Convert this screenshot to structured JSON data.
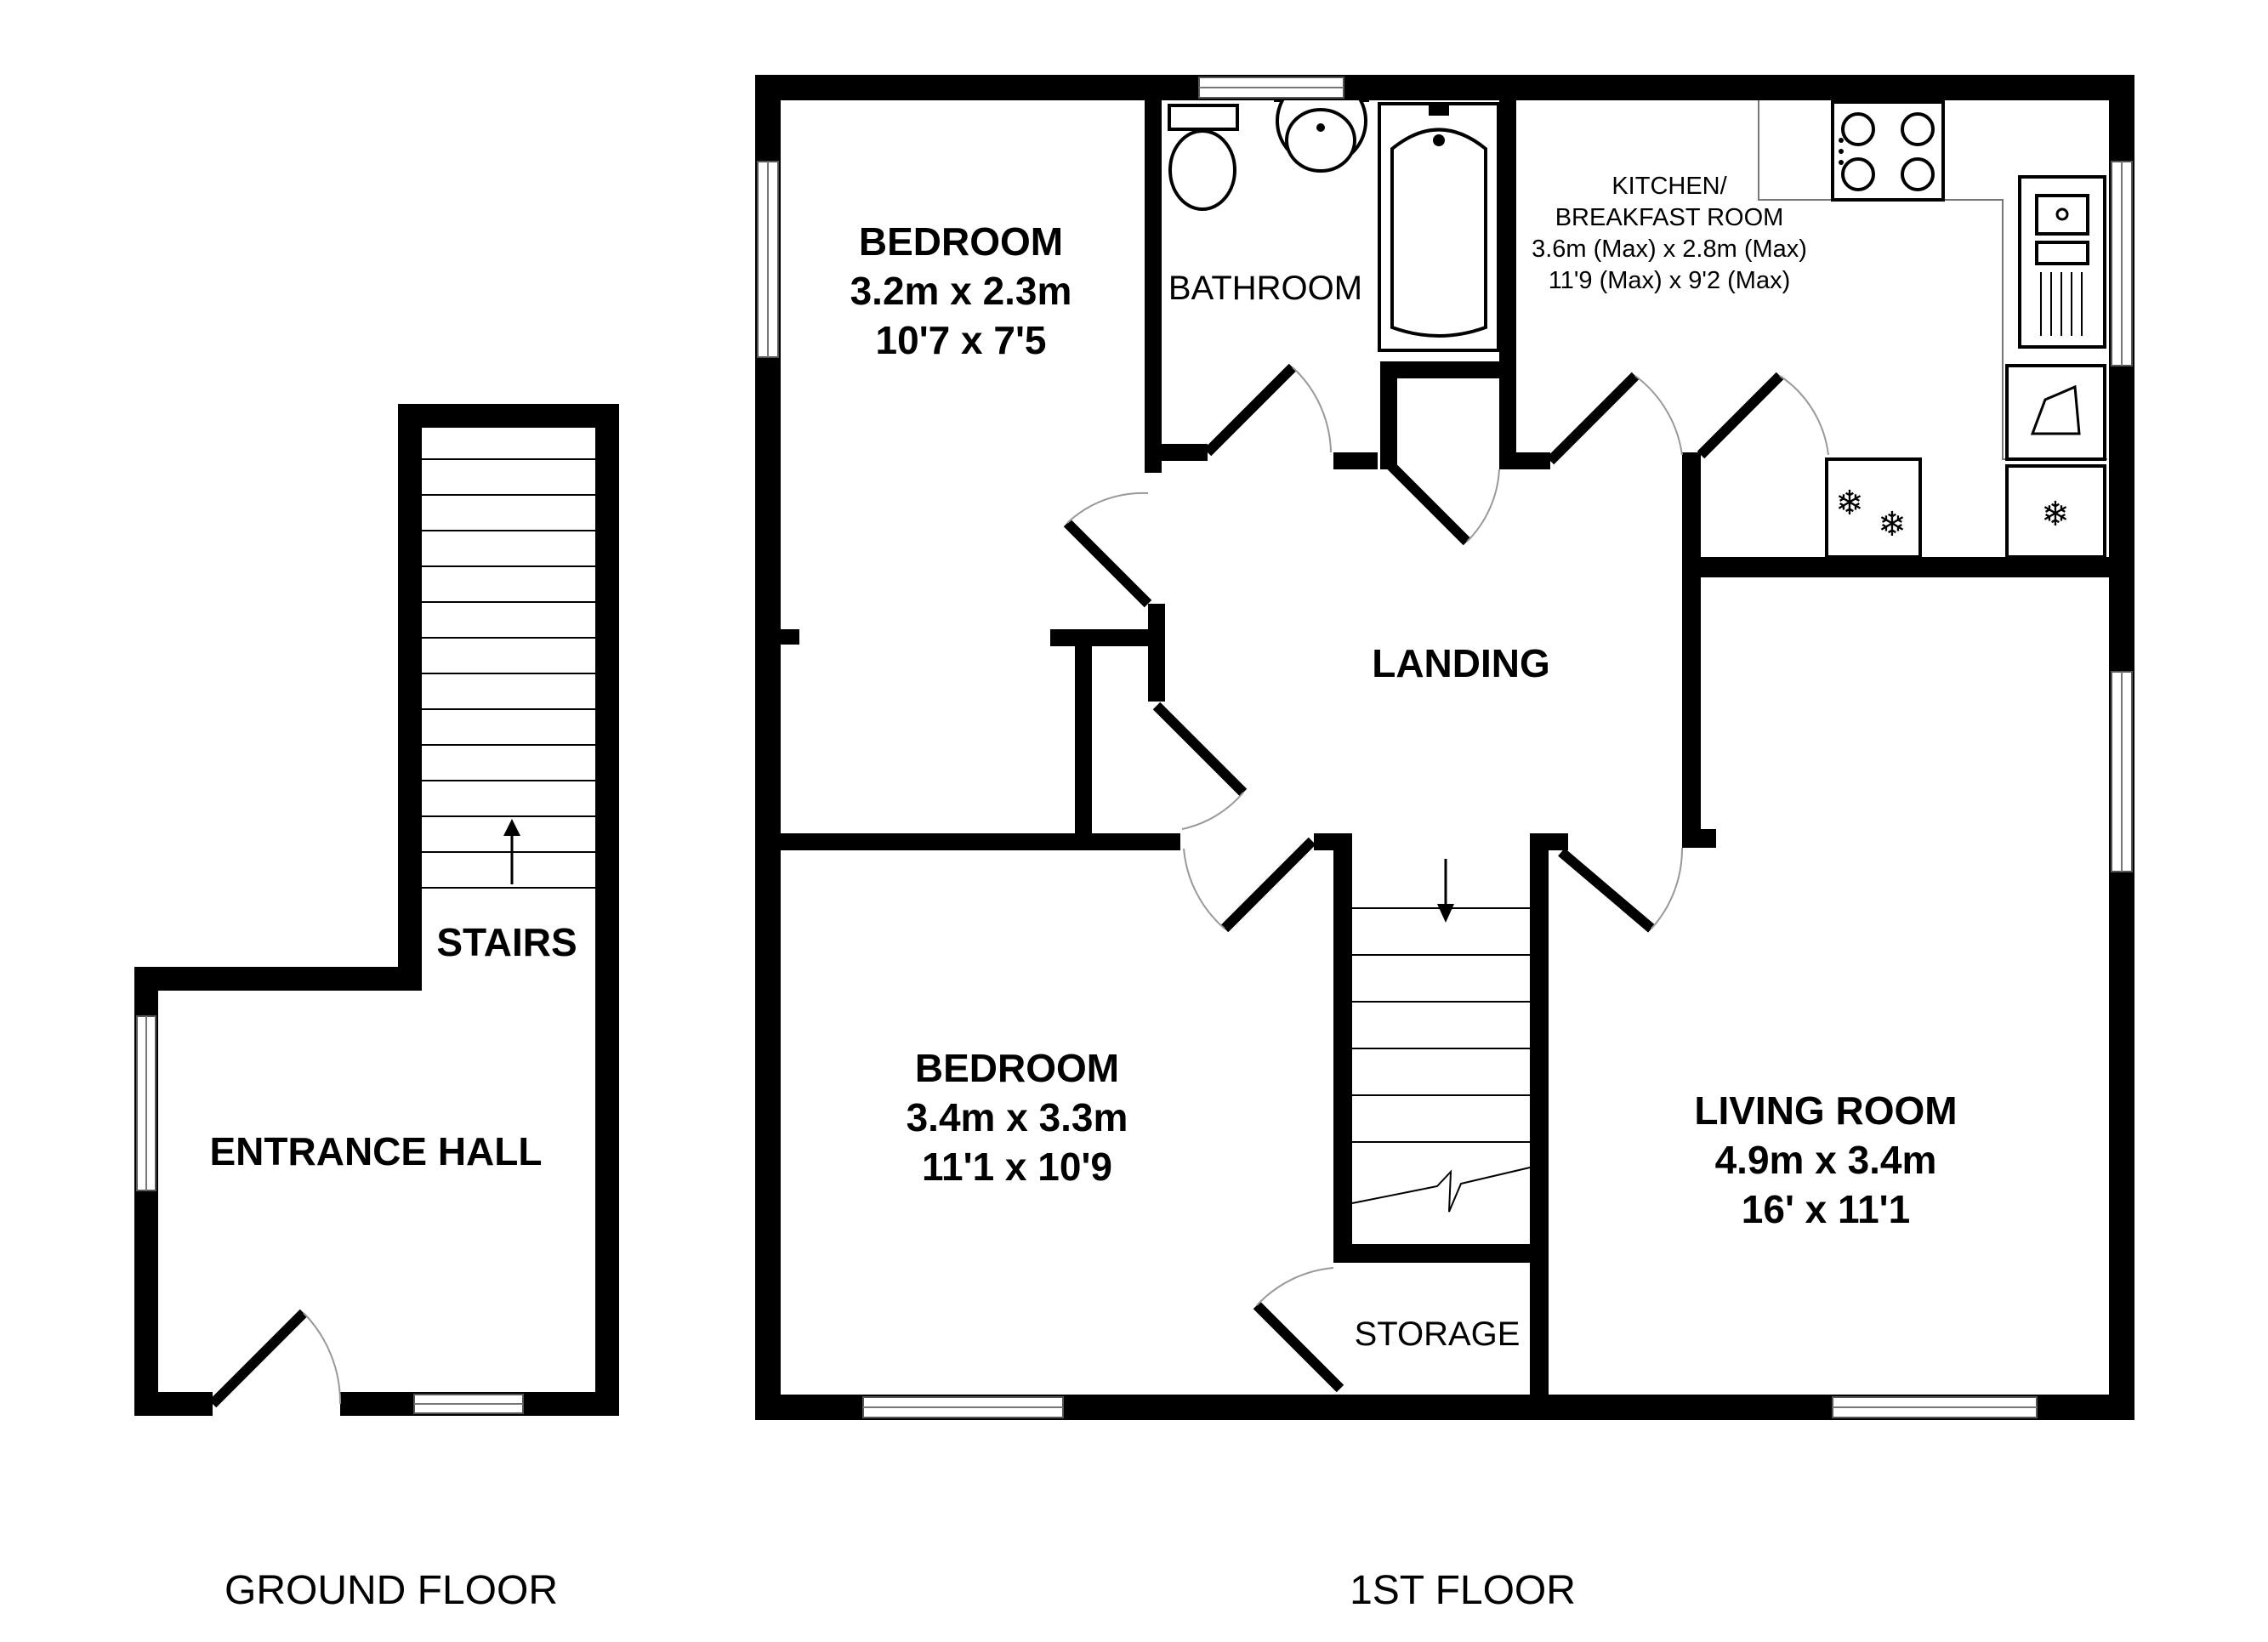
{
  "floors": {
    "ground": {
      "label": "GROUND FLOOR"
    },
    "first": {
      "label": "1ST FLOOR"
    }
  },
  "rooms": {
    "entrance_hall": {
      "name": "ENTRANCE HALL"
    },
    "stairs": {
      "name": "STAIRS"
    },
    "bedroom1": {
      "name": "BEDROOM",
      "metric": "3.2m x 2.3m",
      "imperial": "10'7 x 7'5"
    },
    "bathroom": {
      "name": "BATHROOM"
    },
    "kitchen": {
      "name_line1": "KITCHEN/",
      "name_line2": "BREAKFAST ROOM",
      "metric": "3.6m (Max) x 2.8m (Max)",
      "imperial": "11'9 (Max) x 9'2 (Max)"
    },
    "landing": {
      "name": "LANDING"
    },
    "bedroom2": {
      "name": "BEDROOM",
      "metric": "3.4m x 3.3m",
      "imperial": "11'1 x 10'9"
    },
    "living_room": {
      "name": "LIVING ROOM",
      "metric": "4.9m x 3.4m",
      "imperial": "16' x 11'1"
    },
    "storage": {
      "name": "STORAGE"
    }
  },
  "colors": {
    "wall": "#000000",
    "background": "#ffffff",
    "door_swing": "#999999"
  },
  "icons": [
    "toilet-icon",
    "basin-icon",
    "bath-icon",
    "hob-icon",
    "sink-icon",
    "washer-icon",
    "fridge-freezer-icon",
    "freezer-icon",
    "stair-arrow-up-icon",
    "stair-arrow-down-icon"
  ]
}
